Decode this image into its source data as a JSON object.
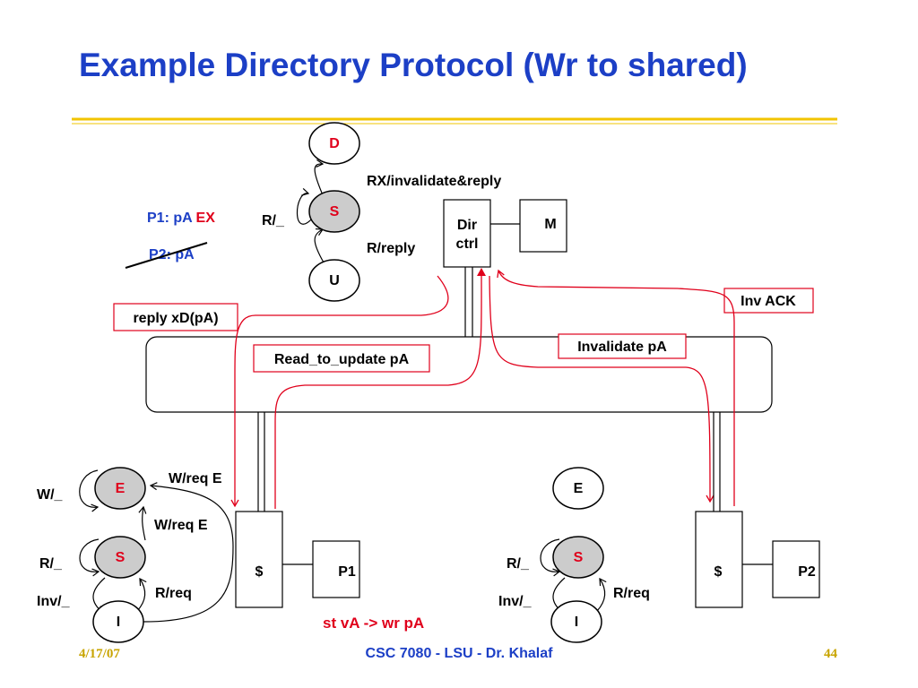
{
  "title": "Example Directory Protocol (Wr to shared)",
  "colors": {
    "title_blue": "#1c3fc6",
    "accent_red": "#e0001b",
    "rule_gold": "#f2c400",
    "active_state_fill": "#cccccc",
    "footer_gold": "#c8a400"
  },
  "directory": {
    "states": {
      "d": "D",
      "s": "S",
      "u": "U"
    },
    "active_state": "S",
    "transitions": {
      "s_to_d": "RX/invalidate&reply",
      "s_self": "R/_",
      "u_to_s": "R/reply"
    },
    "controller": {
      "line1": "Dir",
      "line2": "ctrl"
    },
    "memory": "M"
  },
  "sharers": {
    "p1_prefix": "P1: pA",
    "p1_state": "EX",
    "p2": "P2: pA"
  },
  "messages": {
    "reply": "reply xD(pA)",
    "read_to_update": "Read_to_update pA",
    "invalidate": "Invalidate pA",
    "inv_ack": "Inv ACK"
  },
  "p1": {
    "states": {
      "e": "E",
      "s": "S",
      "i": "I"
    },
    "active_state": "E",
    "transitions": {
      "w_self": "W/_",
      "i_to_e": "W/req E",
      "s_to_e": "W/req E",
      "r_self": "R/_",
      "i_to_s": "R/req",
      "inv": "Inv/_"
    },
    "cache": "$",
    "processor": "P1",
    "action": "st vA -> wr pA"
  },
  "p2": {
    "states": {
      "e": "E",
      "s": "S",
      "i": "I"
    },
    "active_state": "S",
    "transitions": {
      "r_self": "R/_",
      "i_to_s": "R/req",
      "inv": "Inv/_"
    },
    "cache": "$",
    "processor": "P2"
  },
  "footer": {
    "date": "4/17/07",
    "course": "CSC 7080 - LSU - Dr. Khalaf",
    "page": "44"
  }
}
